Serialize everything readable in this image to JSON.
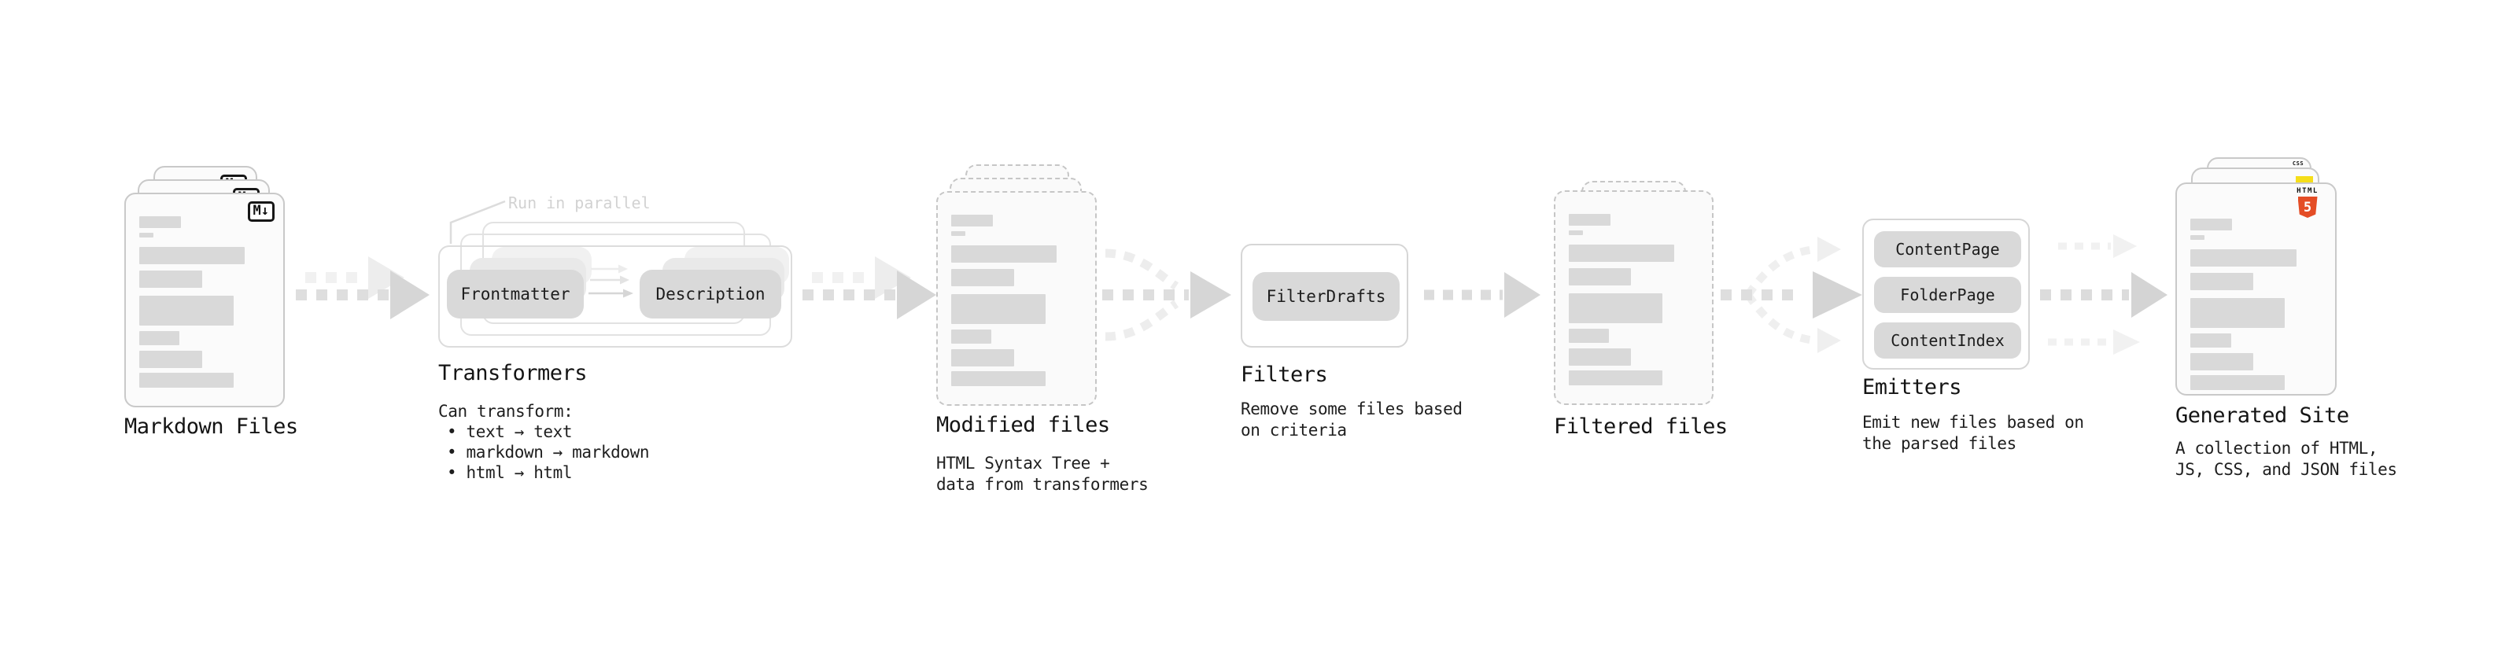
{
  "stages": {
    "markdown": {
      "label": "Markdown Files"
    },
    "transformers": {
      "label": "Transformers",
      "callout": "Run in parallel",
      "pill_a": "Frontmatter",
      "pill_b": "Description",
      "desc_title": "Can transform:",
      "bullets": [
        "• text → text",
        "• markdown → markdown",
        "• html → html"
      ]
    },
    "modified": {
      "label": "Modified files",
      "subtitle": "HTML Syntax Tree +\ndata from transformers"
    },
    "filters": {
      "label": "Filters",
      "subtitle": "Remove some files based\non criteria",
      "pill": "FilterDrafts"
    },
    "filtered": {
      "label": "Filtered files"
    },
    "emitters": {
      "label": "Emitters",
      "subtitle": "Emit new files based on\nthe parsed files",
      "pills": [
        "ContentPage",
        "FolderPage",
        "ContentIndex"
      ]
    },
    "generated": {
      "label": "Generated Site",
      "subtitle": "A collection of HTML,\nJS, CSS, and JSON files"
    }
  },
  "icons": {
    "markdown_badge": "M↓",
    "html5_text": "HTML",
    "html5_number": "5",
    "css_text": "CSS"
  },
  "colors": {
    "html5_orange": "#e44d26",
    "js_yellow": "#f5de19",
    "css_blue": "#2962ff",
    "bar_gray": "#d9d9d9"
  }
}
